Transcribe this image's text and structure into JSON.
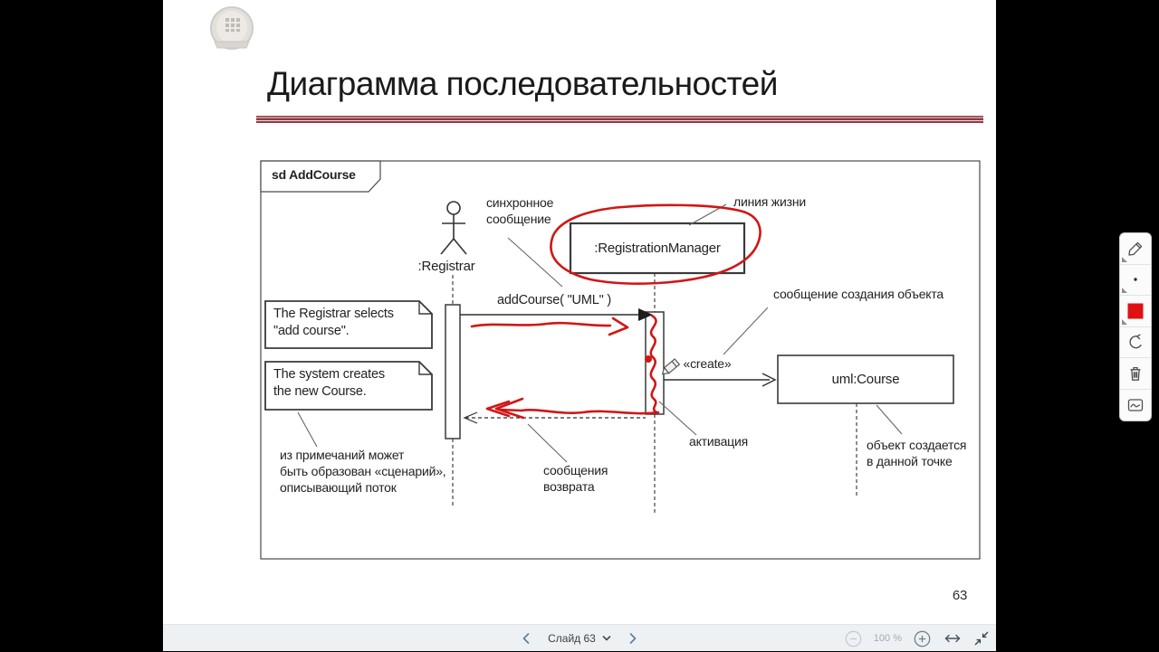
{
  "slide": {
    "title": "Диаграмма последовательностей",
    "page_number": "63",
    "diagram": {
      "frame_label": "sd AddCourse",
      "actor_label": ":Registrar",
      "rm_label": ":RegistrationManager",
      "course_label": "uml:Course",
      "msg_addcourse": "addCourse( \"UML\" )",
      "msg_create": "«create»",
      "note1": "The Registrar selects\n\"add course\".",
      "note2": "The system creates\nthe new Course.",
      "lbl_sync": "синхронное\nсообщение",
      "lbl_lifeline": "линия жизни",
      "lbl_create_msg": "сообщение создания объекта",
      "lbl_activation": "активация",
      "lbl_return": "сообщения\nвозврата",
      "lbl_object_created": "объект создается\nв данной точке",
      "lbl_scenario": "из примечаний может\nбыть образован «сценарий»,\nописывающий поток"
    }
  },
  "bottom_bar": {
    "slide_nav_label": "Слайд 63",
    "zoom_value": "100 %"
  },
  "toolbar": {
    "tools": [
      "pencil",
      "point",
      "color-swatch",
      "undo",
      "trash",
      "chart"
    ],
    "swatch_color": "#de1212"
  },
  "colors": {
    "annotation_red": "#d11616",
    "title_rule_maroon": "#8c3b43"
  }
}
